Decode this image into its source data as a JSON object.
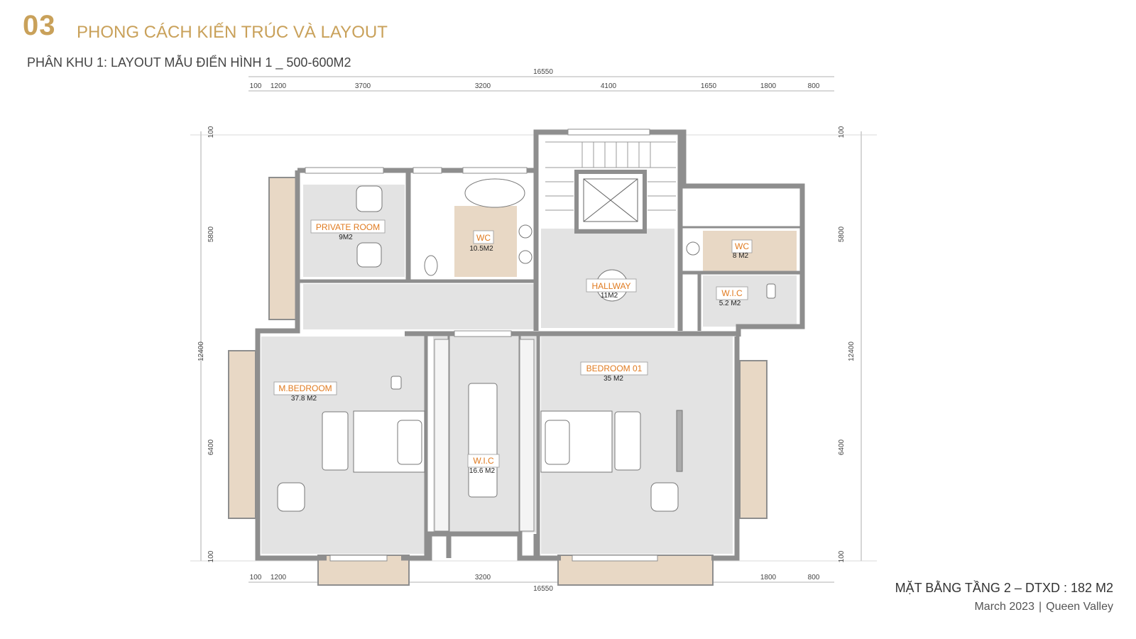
{
  "header": {
    "number": "03",
    "title": "PHONG CÁCH KIẾN TRÚC VÀ LAYOUT",
    "subtitle": "PHÂN KHU 1: LAYOUT MẪU ĐIỂN HÌNH 1 _ 500-600M2"
  },
  "footer": {
    "plan_caption": "MẶT BẰNG TẦNG 2 – DTXD : 182 M2",
    "date": "March 2023",
    "separator": "|",
    "project": "Queen Valley"
  },
  "dimensions": {
    "top_total": "16550",
    "top": [
      "100",
      "1200",
      "3700",
      "3200",
      "4100",
      "1650",
      "1800",
      "800"
    ],
    "bottom_total": "16550",
    "bottom": [
      "100",
      "1200",
      "3200",
      "1800",
      "800"
    ],
    "left": [
      "100",
      "5800",
      "12400",
      "6400",
      "100"
    ],
    "right": [
      "100",
      "5800",
      "12400",
      "6400",
      "100"
    ]
  },
  "rooms": {
    "private_room": {
      "label": "PRIVATE ROOM",
      "area": "9M2"
    },
    "wc_1": {
      "label": "WC",
      "area": "10.5M2"
    },
    "hallway": {
      "label": "HALLWAY",
      "area": "11M2"
    },
    "wc_2": {
      "label": "WC",
      "area": "8 M2"
    },
    "wic_1": {
      "label": "W.I.C",
      "area": "5.2 M2"
    },
    "master_bedroom": {
      "label": "M.BEDROOM",
      "area": "37.8 M2"
    },
    "bedroom_01": {
      "label": "BEDROOM 01",
      "area": "35 M2"
    },
    "wic_2": {
      "label": "W.I.C",
      "area": "16.6 M2"
    }
  },
  "colors": {
    "accent_gold": "#c9a15a",
    "room_label": "#e07a1f",
    "wall": "#8e8e8e",
    "floor_gray": "#e3e3e3",
    "floor_wood": "#e8d8c5"
  }
}
